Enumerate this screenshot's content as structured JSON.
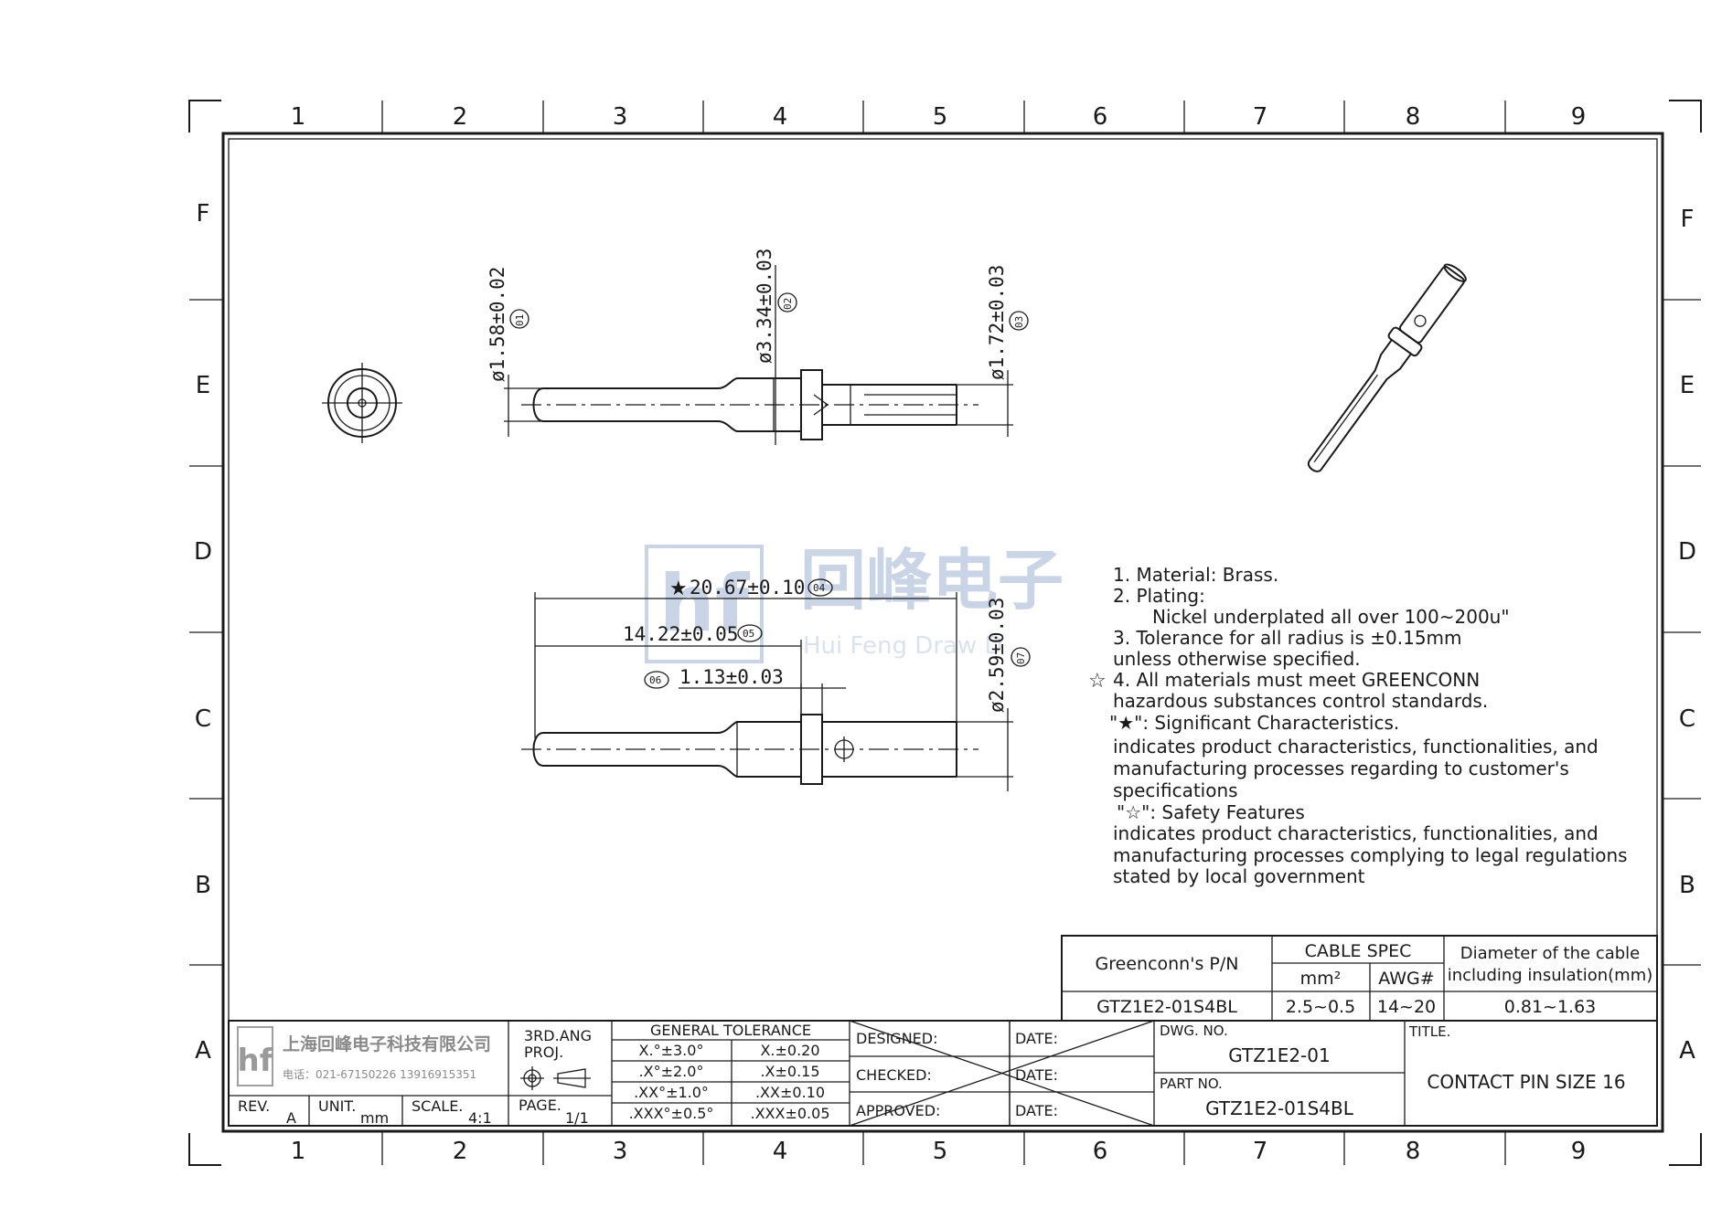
{
  "grid": {
    "cols": [
      "1",
      "2",
      "3",
      "4",
      "5",
      "6",
      "7",
      "8",
      "9"
    ],
    "rows": [
      "F",
      "E",
      "D",
      "C",
      "B",
      "A"
    ]
  },
  "watermark": {
    "logo": "hf",
    "cn": "回峰电子",
    "en": "Hui Feng Draw D"
  },
  "dims": {
    "d1": "ø1.58±0.02",
    "d1_tag": "01",
    "d2": "ø3.34±0.03",
    "d2_tag": "02",
    "d3": "ø1.72±0.03",
    "d3_tag": "03",
    "d4_star": "★",
    "d4": "20.67±0.10",
    "d4_tag": "04",
    "d5": "14.22±0.05",
    "d5_tag": "05",
    "d6": "1.13±0.03",
    "d6_tag": "06",
    "d7": "ø2.59±0.03",
    "d7_tag": "07"
  },
  "notes": {
    "n1": "1. Material: Brass.",
    "n2": "2. Plating:",
    "n2b": "Nickel underplated all over 100~200u\"",
    "n3": "3. Tolerance for all radius is ±0.15mm",
    "n3b": "unless otherwise specified.",
    "n4_sym": "☆",
    "n4": "4. All materials must meet GREENCONN",
    "n4b": "hazardous substances control standards.",
    "sig": "\"★\": Significant Characteristics.",
    "sig1": "indicates product characteristics, functionalities, and",
    "sig2": "manufacturing processes regarding to customer's",
    "sig3": "specifications",
    "saf": "\"☆\": Safety Features",
    "saf1": "indicates product characteristics, functionalities, and",
    "saf2": "manufacturing processes complying to legal regulations",
    "saf3": "stated by local government"
  },
  "spec": {
    "pn_head": "Greenconn's P/N",
    "cable_head": "CABLE SPEC",
    "mm2_head": "mm²",
    "awg_head": "AWG#",
    "dia_head1": "Diameter of the cable",
    "dia_head2": "including insulation(mm)",
    "pn": "GTZ1E2-01S4BL",
    "mm2": "2.5~0.5",
    "awg": "14~20",
    "dia": "0.81~1.63"
  },
  "title_block": {
    "company_logo": "hf",
    "company": "上海回峰电子科技有限公司",
    "phone": "电话：021-67150226  13916915351",
    "proj1": "3RD.ANG",
    "proj2": "PROJ.",
    "rev_label": "REV.",
    "rev": "A",
    "unit_label": "UNIT.",
    "unit": "mm",
    "scale_label": "SCALE.",
    "scale": "4:1",
    "page_label": "PAGE.",
    "page": "1/1",
    "gt_head": "GENERAL TOLERANCE",
    "gt": [
      {
        "a": "X.°±3.0°",
        "b": "X.±0.20"
      },
      {
        "a": ".X°±2.0°",
        "b": ".X±0.15"
      },
      {
        "a": ".XX°±1.0°",
        "b": ".XX±0.10"
      },
      {
        "a": ".XXX°±0.5°",
        "b": ".XXX±0.05"
      }
    ],
    "designed": "DESIGNED:",
    "checked": "CHECKED:",
    "approved": "APPROVED:",
    "date": "DATE:",
    "dwg_label": "DWG. NO.",
    "dwg": "GTZ1E2-01",
    "part_label": "PART NO.",
    "part": "GTZ1E2-01S4BL",
    "title_label": "TITLE.",
    "title": "CONTACT PIN SIZE 16"
  }
}
